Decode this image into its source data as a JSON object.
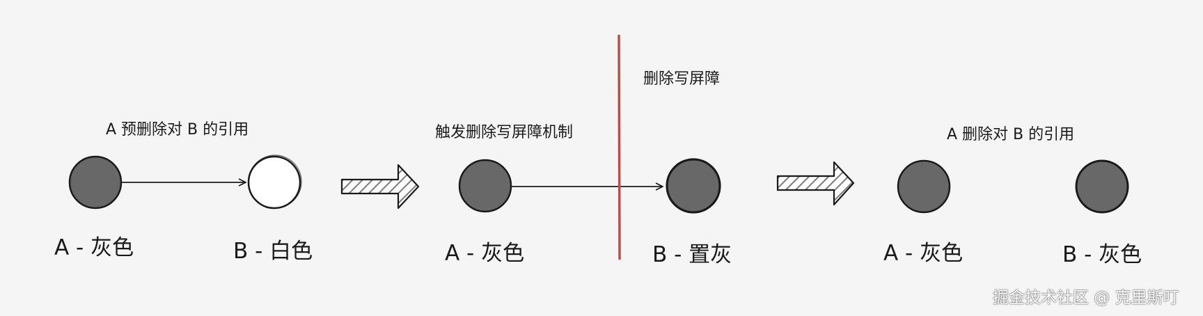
{
  "colors": {
    "background": "#f5f5f5",
    "gray_node": "#686868",
    "white_node": "#ffffff",
    "stroke": "#1a1a1a",
    "divider": "#b5504c"
  },
  "captions": {
    "pre_delete": "A 预删除对 B 的引用",
    "trigger": "触发删除写屏障机制",
    "barrier": "删除写屏障",
    "delete": "A 删除对 B 的引用"
  },
  "nodes": {
    "n1": {
      "label": "A - 灰色",
      "color": "gray"
    },
    "n2": {
      "label": "B - 白色",
      "color": "white"
    },
    "n3": {
      "label": "A - 灰色",
      "color": "gray"
    },
    "n4": {
      "label": "B - 置灰",
      "color": "gray"
    },
    "n5": {
      "label": "A - 灰色",
      "color": "gray"
    },
    "n6": {
      "label": "B - 灰色",
      "color": "gray"
    }
  },
  "watermark": "掘金技术社区 @ 克里斯叮"
}
